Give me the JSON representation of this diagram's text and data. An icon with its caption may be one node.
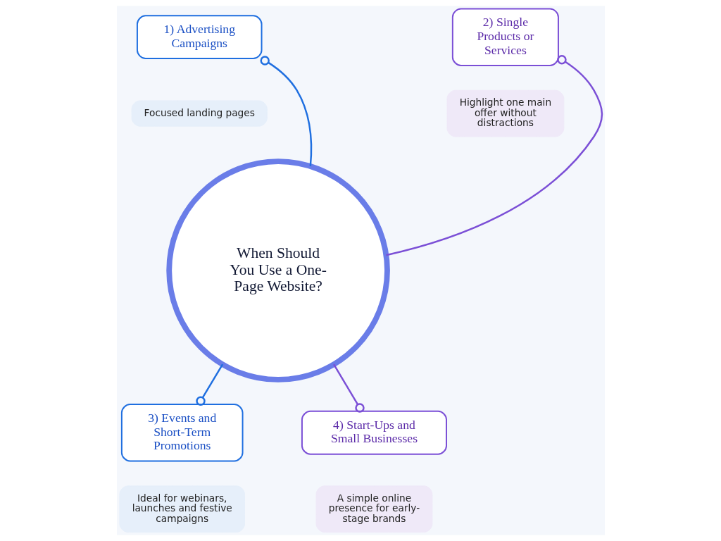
{
  "diagram": {
    "nodes": [
      {
        "text": [
          "1) Advertising Campaigns"
        ]
      },
      {
        "text": [
          "2) Single Products or Services"
        ]
      },
      {
        "text": [
          "Focused landing pages"
        ]
      },
      {
        "text": [
          "Highlight one main offer without distractions"
        ]
      },
      {
        "text": [
          "When Should You Use a One-Page Website?"
        ]
      },
      {
        "text": [
          "3) Events and Short-Term Promotions"
        ]
      },
      {
        "text": [
          "4) Start-Ups and Small Businesses"
        ]
      },
      {
        "text": [
          "Ideal for webinars, launches and festive campaigns"
        ]
      },
      {
        "text": [
          "A simple online presence for early-stage brands"
        ]
      }
    ],
    "edges": [
      {
        "from": 4,
        "to": 0,
        "arrow": "other"
      },
      {
        "from": 4,
        "to": 1,
        "arrow": "other",
        "color": "#7b4fd6"
      },
      {
        "from": 4,
        "to": 5,
        "arrow": "other"
      },
      {
        "from": 4,
        "to": 6,
        "arrow": "other",
        "color": "#7b4fd6"
      }
    ]
  }
}
